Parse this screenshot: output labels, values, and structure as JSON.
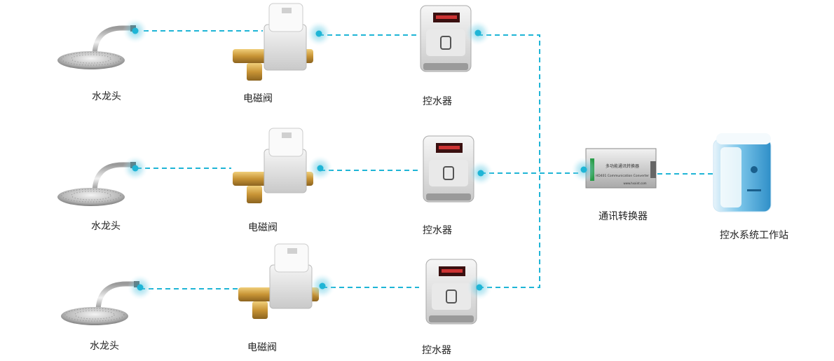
{
  "labels": {
    "faucet": "水龙头",
    "valve": "电磁阀",
    "controller": "控水器",
    "converter": "通讯转换器",
    "workstation": "控水系统工作站"
  },
  "converter_text": {
    "title": "多功能通讯转换器",
    "subtitle": "HD401 Communication Converter",
    "brand": "www.hvaint.com"
  },
  "colors": {
    "link": "#1fb5d6",
    "glow": "#bfeaf5",
    "brass": "#d7a84b",
    "screen": "#3a1010"
  },
  "icons": {
    "faucet": "shower-head-icon",
    "valve": "solenoid-valve-icon",
    "controller": "card-reader-icon",
    "converter": "converter-box-icon",
    "workstation": "computer-icon"
  }
}
